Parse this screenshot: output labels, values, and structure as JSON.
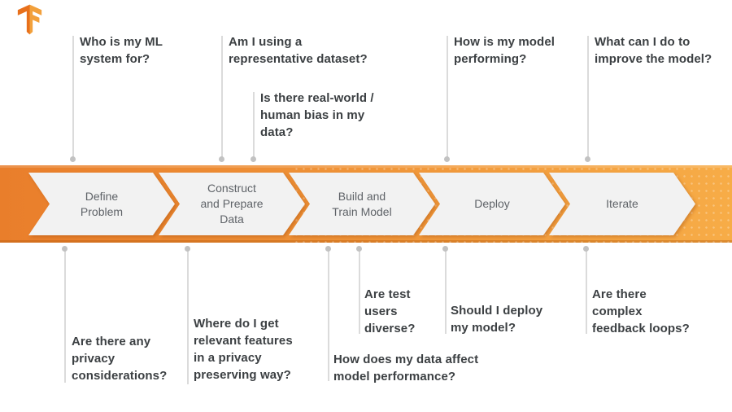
{
  "brand": {
    "logo_name": "TensorFlow"
  },
  "colors": {
    "band_left": "#e97e2b",
    "band_right": "#f7ac47",
    "chevron_fill": "#f2f2f2",
    "stage_text": "#5f6368",
    "question_text": "#3c4043",
    "connector_line": "#dbdbdb",
    "connector_dot": "#c2c2c2",
    "logo_dark": "#e8701b",
    "logo_light": "#f2a03b"
  },
  "stages": [
    {
      "label": "Define\nProblem"
    },
    {
      "label": "Construct\nand Prepare\nData"
    },
    {
      "label": "Build and\nTrain Model"
    },
    {
      "label": "Deploy"
    },
    {
      "label": "Iterate"
    }
  ],
  "questions_top": [
    {
      "text": "Who is my ML\nsystem for?"
    },
    {
      "text": "Am I using a\nrepresentative dataset?"
    },
    {
      "text": "Is there real-world /\nhuman bias in my\ndata?"
    },
    {
      "text": "How is my model\nperforming?"
    },
    {
      "text": "What can I do to\nimprove the model?"
    }
  ],
  "questions_bottom": [
    {
      "text": "Are there any\nprivacy\nconsiderations?"
    },
    {
      "text": "Where do I get\nrelevant features\nin a privacy\npreserving way?"
    },
    {
      "text": "How does my data affect\nmodel performance?"
    },
    {
      "text": "Are test\nusers\ndiverse?"
    },
    {
      "text": "Should I deploy\nmy model?"
    },
    {
      "text": "Are there\ncomplex\nfeedback loops?"
    }
  ]
}
